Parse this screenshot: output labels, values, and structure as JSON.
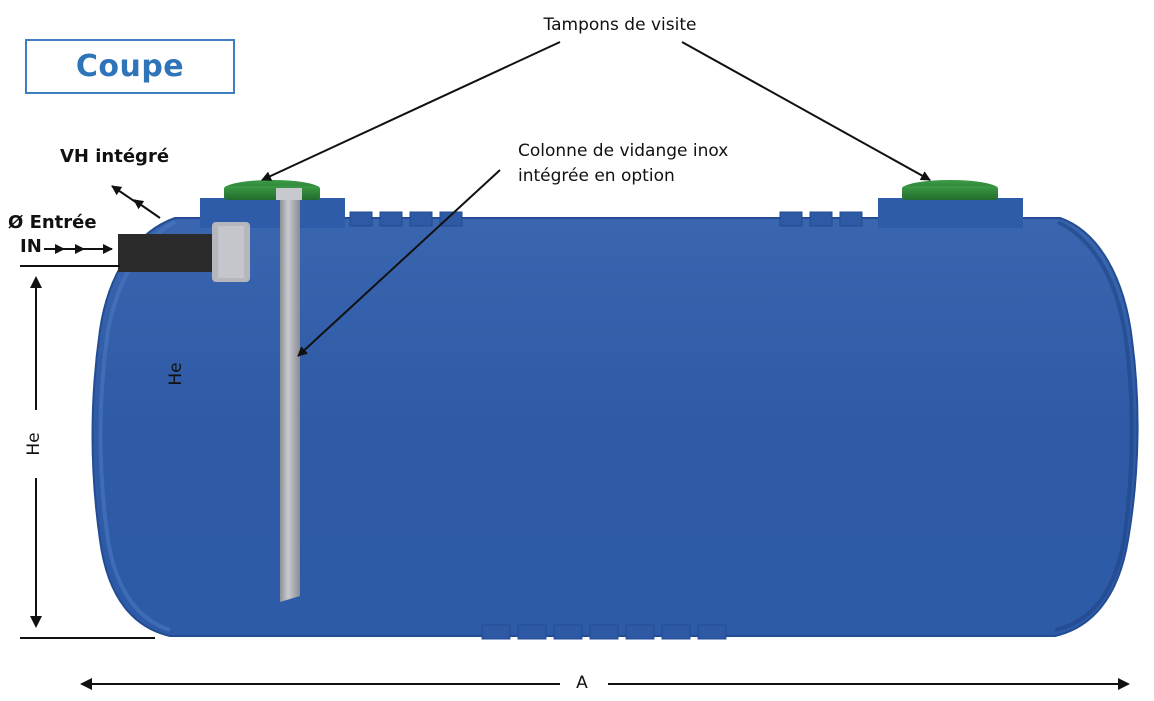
{
  "title": "Coupe",
  "labels": {
    "tampons": "Tampons de visite",
    "vh": "VH intégré",
    "entree": "Ø Entrée",
    "in": "IN",
    "colonne_line1": "Colonne de vidange inox",
    "colonne_line2": "intégrée en option",
    "he_inner": "He",
    "he_outer": "He",
    "a": "A"
  },
  "colors": {
    "title": "#2f74b8",
    "tank": "#2d5aa5",
    "tank_dark": "#1f4585",
    "cap": "#2f8a3a",
    "pipe": "#a8aab0",
    "inlet": "#2a2a2a"
  },
  "icons": [
    "inlet-pipe-icon",
    "drain-column-icon",
    "manhole-cap-icon"
  ]
}
